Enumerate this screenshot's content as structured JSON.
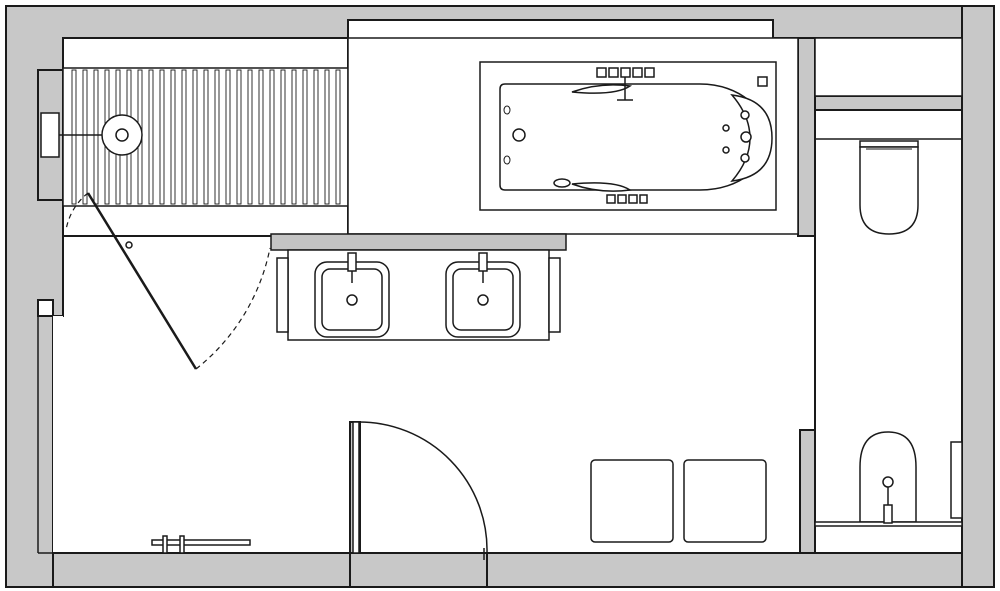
{
  "colors": {
    "wall": "#c8c8c8",
    "line": "#1a1a1a",
    "counter": "#c4c4c4",
    "floor": "#ffffff"
  },
  "fixtures": {
    "shower": "shower-tray-with-drain",
    "bathtub": "whirlpool-bathtub",
    "vanity": "double-sink-vanity",
    "toilet": "wall-hung-toilet",
    "bidet": "wall-hung-bidet",
    "cabinet": "storage-cabinet",
    "ottomans": 2
  },
  "doors": {
    "entrance": "swing-door",
    "shower": "glass-swing-door"
  }
}
